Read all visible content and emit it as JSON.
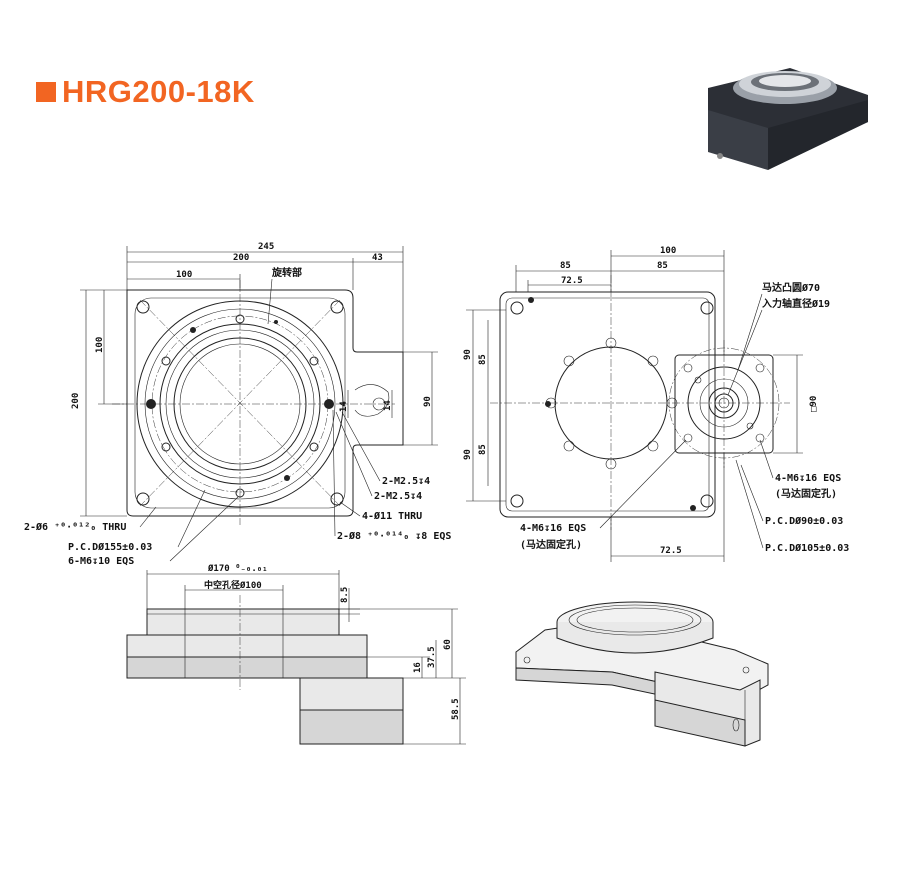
{
  "title": "HRG200-18K",
  "colors": {
    "accent": "#f26522",
    "line": "#222222",
    "shade": "#e9e9e9"
  },
  "top_view": {
    "dims": {
      "w245": "245",
      "w200": "200",
      "w100": "100",
      "w43": "43",
      "h200": "200",
      "h100": "100",
      "h90": "90",
      "d14a": "14",
      "d14b": "14"
    },
    "labels": {
      "rotating": "旋转部",
      "m25a": "2-M2.5↧4",
      "m25b": "2-M2.5↧4",
      "hole11": "4-Ø11 THRU",
      "pin8": "2-Ø8 ⁺⁰·⁰¹⁴₀ ↧8 EQS",
      "pin6": "2-Ø6 ⁺⁰·⁰¹²₀ THRU",
      "pcd155": "P.C.DØ155±0.03",
      "m6_10": "6-M6↧10 EQS"
    }
  },
  "right_view": {
    "dims": {
      "w100": "100",
      "w85a": "85",
      "w85b": "85",
      "w72_5": "72.5",
      "w72_5b": "72.5",
      "h90a": "90",
      "h90b": "90",
      "h85a": "85",
      "h85b": "85",
      "sq90": "□90"
    },
    "labels": {
      "boss70": "马达凸圆Ø70",
      "shaft19": "入力轴直径Ø19",
      "m6_16a": "4-M6↧16 EQS",
      "m6_16a_cn": "(马达固定孔)",
      "m6_16b": "4-M6↧16 EQS",
      "m6_16b_cn": "(马达固定孔)",
      "pcd90": "P.C.DØ90±0.03",
      "pcd105": "P.C.DØ105±0.03"
    }
  },
  "side_view": {
    "dims": {
      "d170": "Ø170 ⁰₋₀.₀₁",
      "bore": "中空孔径Ø100",
      "h8_5": "8.5",
      "h16": "16",
      "h37_5": "37.5",
      "h60": "60",
      "h58_5": "58.5"
    }
  }
}
